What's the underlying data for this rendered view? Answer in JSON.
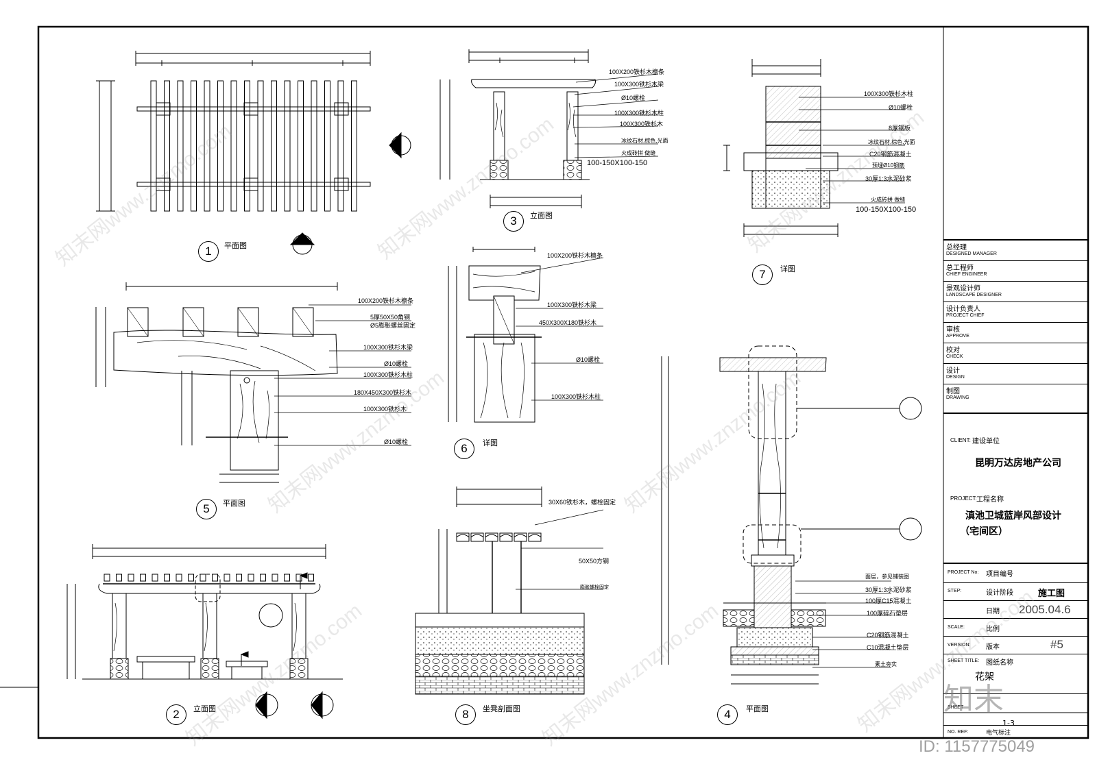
{
  "views": {
    "v1": {
      "num": "1",
      "title": "平面图"
    },
    "v2": {
      "num": "2",
      "title": "立面图"
    },
    "v3": {
      "num": "3",
      "title": "立面图"
    },
    "v4": {
      "num": "4",
      "title": "平面图"
    },
    "v5": {
      "num": "5",
      "title": "平面图"
    },
    "v6": {
      "num": "6",
      "title": "详图"
    },
    "v7": {
      "num": "7",
      "title": "详图"
    },
    "v8": {
      "num": "8",
      "title": "坐凳剖面图"
    }
  },
  "notes": {
    "v3": [
      "100X200铁杉木檩条",
      "100X300铁杉木梁",
      "Ø10螺栓",
      "100X300铁杉木柱",
      "100X300铁杉木",
      "冰纹石材,棕色,光面",
      "火成砖拼 做缝",
      "100-150X100-150"
    ],
    "v7": [
      "100X300铁杉木柱",
      "Ø10螺栓",
      "8厚钢板",
      "冰纹石材,棕色,光面",
      "C20钢筋混凝土",
      "预埋Ø10钢筋",
      "30厚1:3水泥砂浆",
      "火成砖拼 做缝",
      "100-150X100-150"
    ],
    "v5": [
      "100X200铁杉木檩条",
      "5厚50X50角钢",
      "Ø5膨胀螺丝固定",
      "100X300铁杉木梁",
      "Ø10螺栓",
      "100X300铁杉木柱",
      "180X450X300铁杉木",
      "100X300铁杉木",
      "Ø10螺栓"
    ],
    "v6": [
      "100X200铁杉木檩条",
      "100X300铁杉木梁",
      "450X300X180铁杉木",
      "Ø10螺栓",
      "100X300铁杉木柱"
    ],
    "v8": [
      "30X60铁杉木，螺栓固定",
      "50X50方钢",
      "膨胀螺栓固定"
    ],
    "v4": [
      "面层，参见铺装图",
      "30厚1:3水泥砂浆",
      "100厚C15混凝土",
      "100厚碎石垫层",
      "C20钢筋混凝土",
      "C10混凝土垫层",
      "素土夯实"
    ]
  },
  "titleblock": {
    "roles": [
      {
        "cn": "总经理",
        "en": "DESIGNED MANAGER"
      },
      {
        "cn": "总工程师",
        "en": "CHIEF ENGINEER"
      },
      {
        "cn": "景观设计师",
        "en": "LANDSCAPE DESIGNER"
      },
      {
        "cn": "设计负责人",
        "en": "PROJECT CHIEF"
      },
      {
        "cn": "审核",
        "en": "APPROVE"
      },
      {
        "cn": "校对",
        "en": "CHECK"
      },
      {
        "cn": "设计",
        "en": "DESIGN"
      },
      {
        "cn": "制图",
        "en": "DRAWING"
      }
    ],
    "client_label": "CLIENT:",
    "client_cn": "建设单位",
    "client_name": "昆明万达房地产公司",
    "project_label": "PROJECT:",
    "project_cn": "工程名称",
    "project_name": "滇池卫城蓝岸风部设计",
    "project_sub": "（宅间区）",
    "project_no_label": "PROJECT No:",
    "project_no_cn": "项目编号",
    "step_label": "STEP:",
    "step_cn": "设计阶段",
    "step_value": "施工图",
    "date_cn": "日期",
    "date_value": "2005.04.6",
    "scale_label": "SCALE:",
    "scale_cn": "比例",
    "version_label": "VERSION:",
    "version_cn": "版本",
    "version_value": "#5",
    "sheet_title_label": "SHEET TITLE:",
    "sheet_title_cn": "图纸名称",
    "sheet_title_value": "花架",
    "sheet_no_label": "SHEET",
    "sheet_no_value": "1-3",
    "ref_label": "NO. REF:",
    "ref_value": "电气标注"
  },
  "watermark": {
    "logo": "知末",
    "id": "ID: 1157775049",
    "site": "知末网www.znzmo.com"
  }
}
